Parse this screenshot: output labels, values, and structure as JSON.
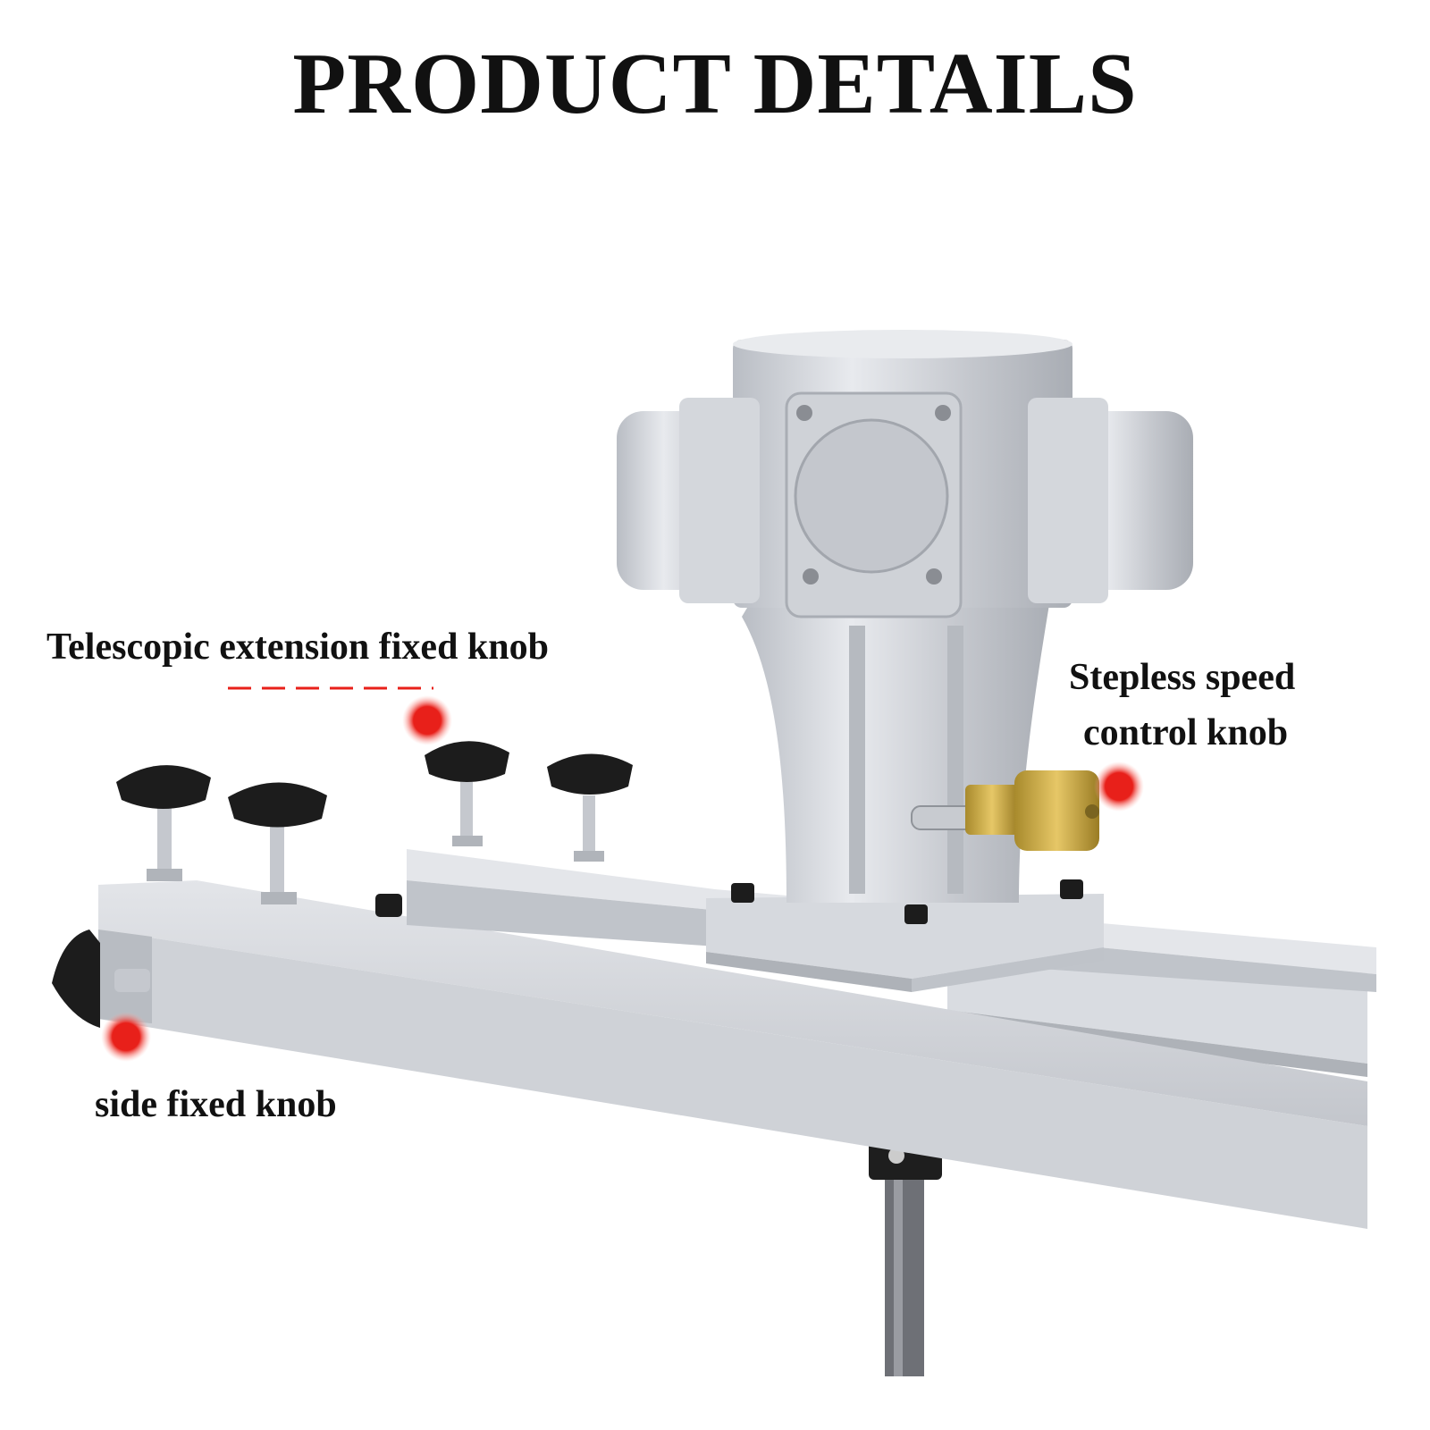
{
  "title": "PRODUCT DETAILS",
  "callouts": {
    "telescopic": "Telescopic extension fixed knob",
    "speed_line1": "Stepless speed",
    "speed_line2": "control knob",
    "side": "side fixed knob"
  },
  "colors": {
    "marker": "#e8201a",
    "metal": "#c9ccd2",
    "knob": "#1c1c1c",
    "brass": "#c9a441"
  }
}
